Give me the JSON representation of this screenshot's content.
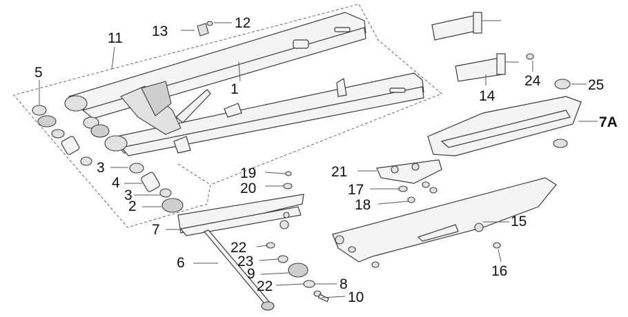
{
  "callouts": {
    "c1": "1",
    "c2": "2",
    "c3a": "3",
    "c3b": "3",
    "c4": "4",
    "c5": "5",
    "c6": "6",
    "c7": "7",
    "c7a": "7A",
    "c8": "8",
    "c9": "9",
    "c10": "10",
    "c11": "11",
    "c12": "12",
    "c13": "13",
    "c14": "14",
    "c15": "15",
    "c16": "16",
    "c17": "17",
    "c18": "18",
    "c19": "19",
    "c20": "20",
    "c21": "21",
    "c22a": "22",
    "c22b": "22",
    "c23": "23",
    "c24": "24",
    "c25": "25"
  }
}
